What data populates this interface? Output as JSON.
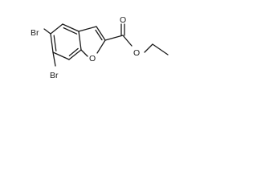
{
  "molecule": {
    "atom_labels": {
      "bromine_top": "Br",
      "bromine_bottom": "Br",
      "ring_oxygen": "O",
      "carbonyl_oxygen": "O",
      "ester_oxygen": "O"
    }
  }
}
